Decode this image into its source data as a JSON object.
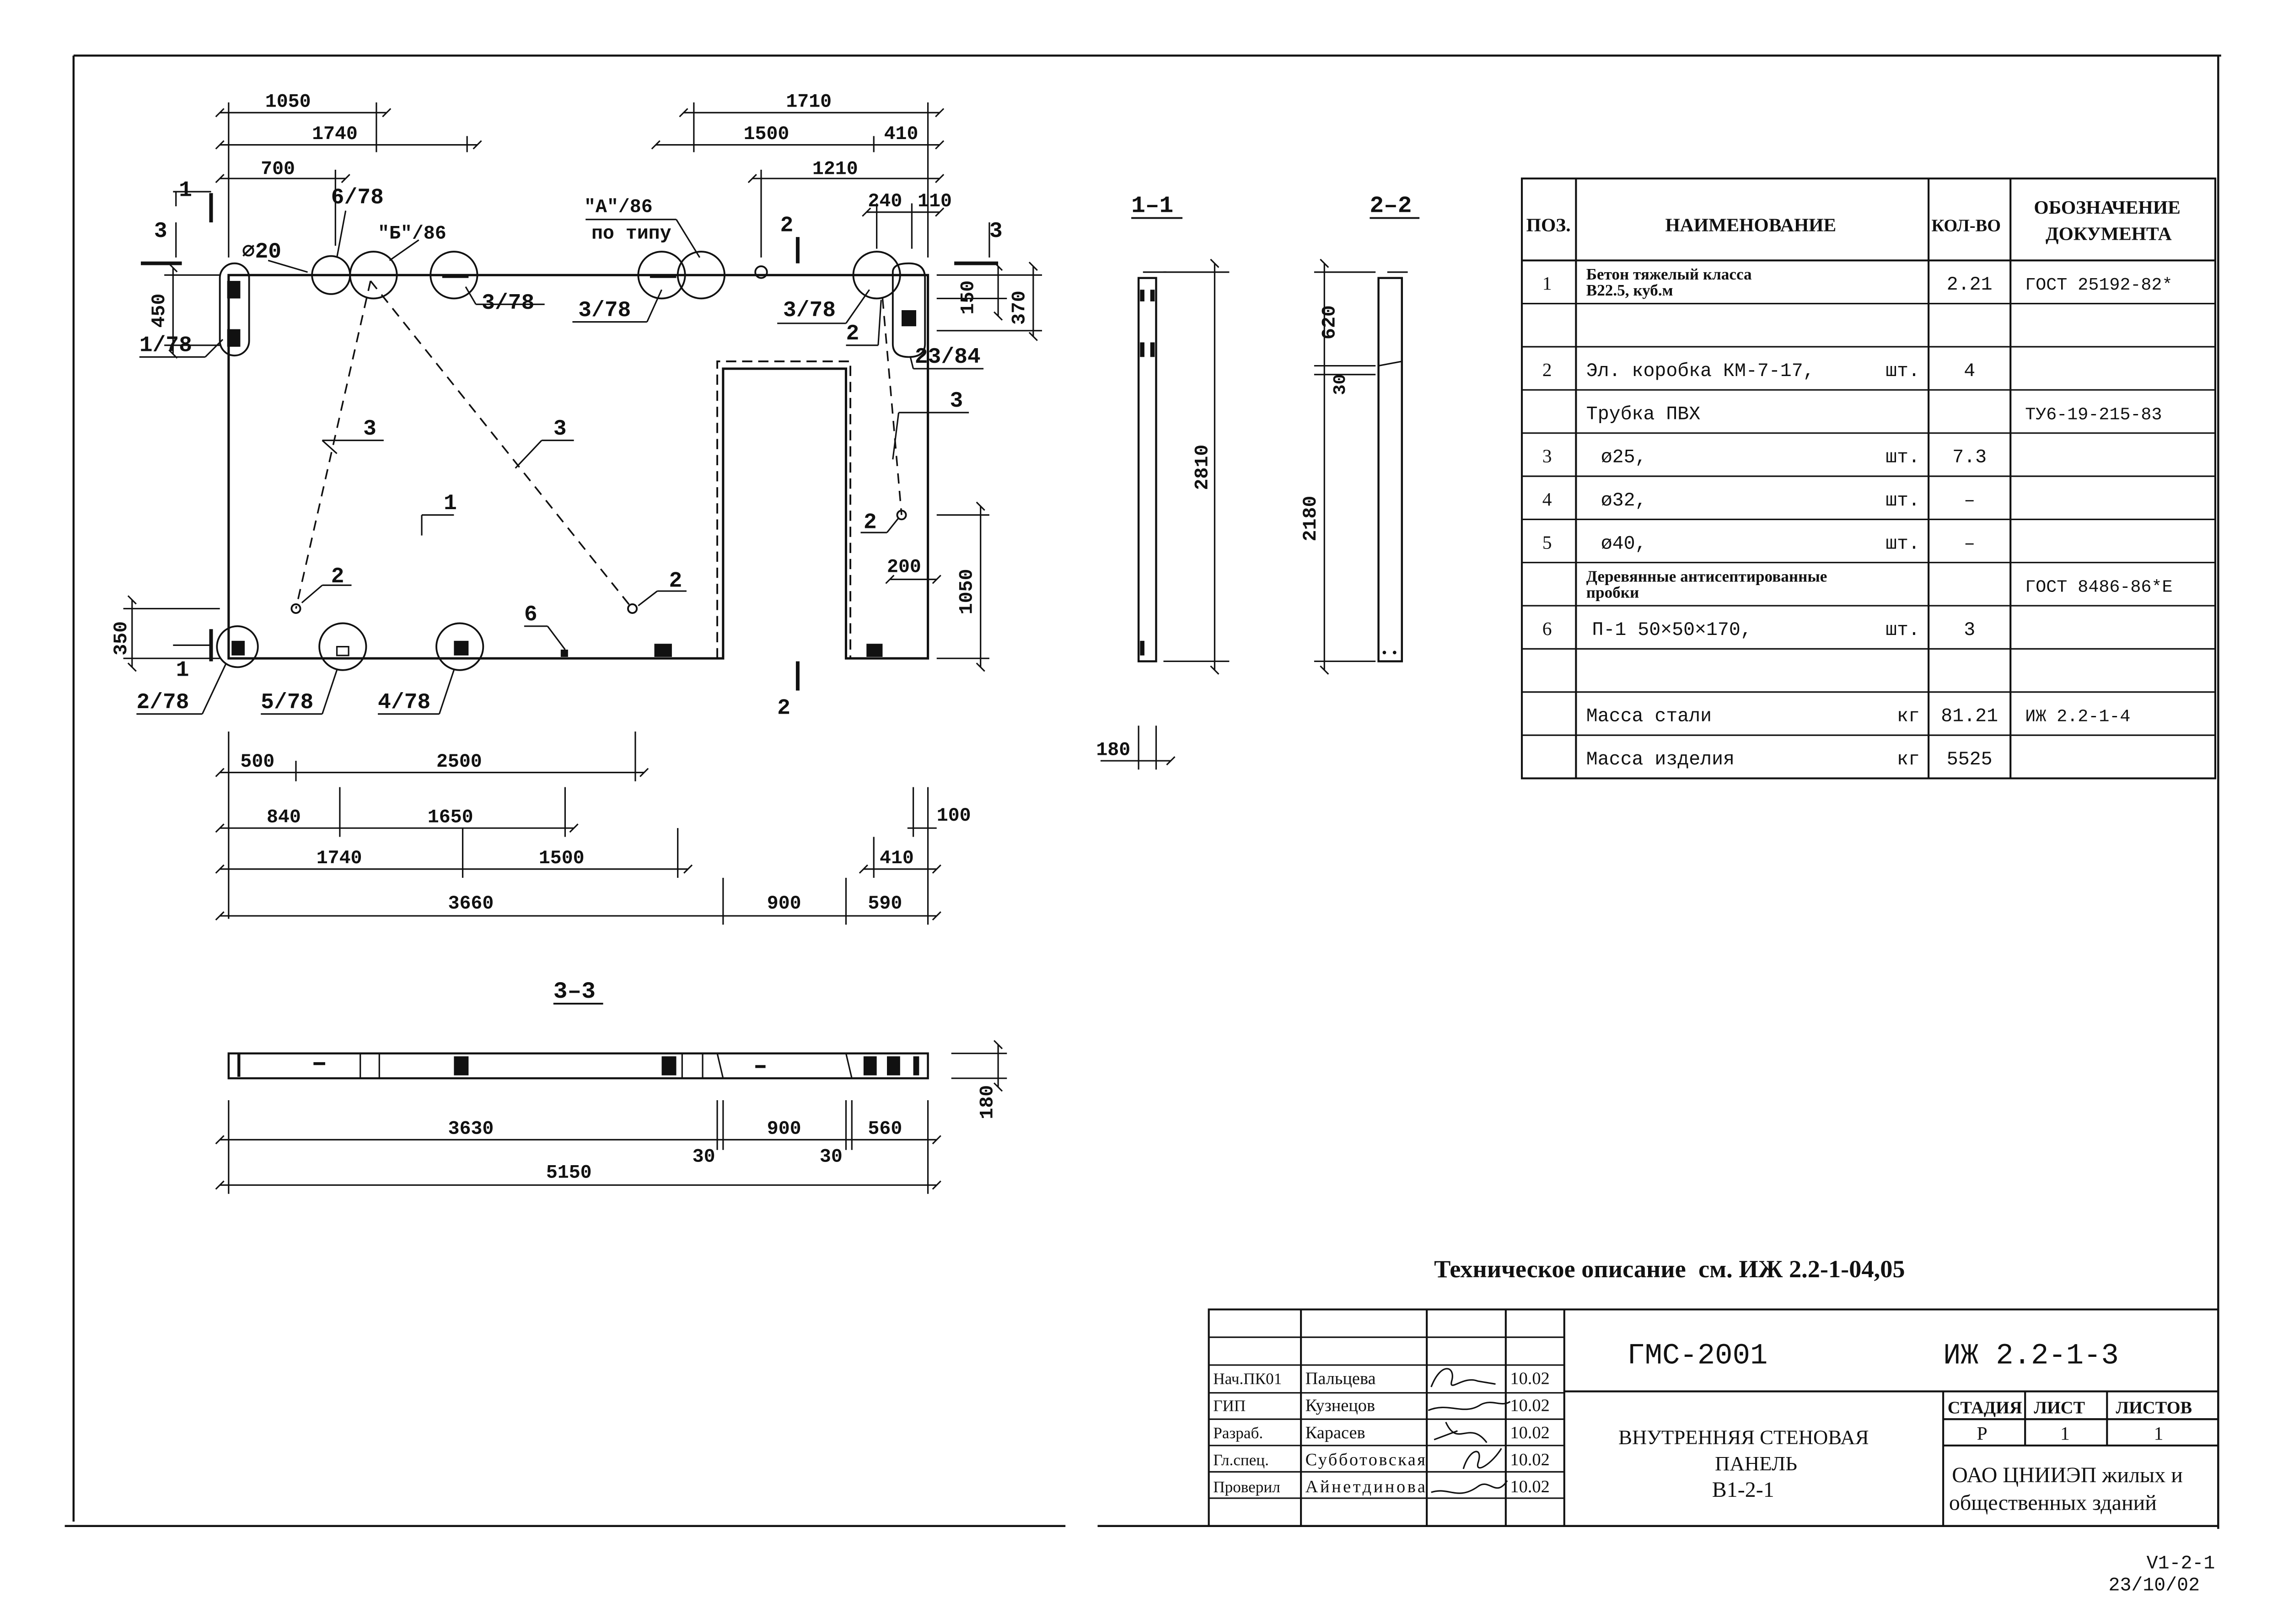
{
  "drawing": {
    "elevation": {
      "top_dims": {
        "d1050": "1050",
        "d1740": "1740",
        "d700": "700",
        "d1710": "1710",
        "d1500": "1500",
        "d410": "410",
        "d1210": "1210",
        "d240": "240",
        "d110": "110"
      },
      "side_dims": {
        "d450": "450",
        "d350": "350",
        "d150": "150",
        "d370": "370",
        "d1050": "1050",
        "d200": "200"
      },
      "bottom_dims": {
        "r1": [
          "500",
          "2500"
        ],
        "r2": [
          "840",
          "1650"
        ],
        "r3": [
          "1740",
          "1500"
        ],
        "r4": [
          "3660",
          "900",
          "590"
        ],
        "right_100": "100",
        "right_410": "410"
      },
      "callouts": {
        "phi20": "⌀20",
        "c_6_78": "6/78",
        "c_b_86": "\"Б\"/86",
        "c_a_86": "\"А\"/86",
        "c_a_note": "по типу",
        "c_3_78_a": "3/78",
        "c_3_78_b": "3/78",
        "c_3_78_c": "3/78",
        "c_1_78": "1/78",
        "c_2_78": "2/78",
        "c_5_78": "5/78",
        "c_4_78": "4/78",
        "c_23_84": "23/84",
        "n1": "1",
        "n2a": "2",
        "n2b": "2",
        "n2c": "2",
        "n2d": "2",
        "n3a": "3",
        "n3b": "3",
        "n3c": "3",
        "n6": "6"
      },
      "section_marks": {
        "s1": "1",
        "s2": "2",
        "s3": "3"
      }
    },
    "section_1_1": {
      "title": "1–1",
      "height": "2810",
      "thickness": "180"
    },
    "section_2_2": {
      "title": "2–2",
      "d620": "620",
      "d30": "30",
      "d2180": "2180"
    },
    "section_3_3": {
      "title": "3–3",
      "d180": "180",
      "d3630": "3630",
      "d900": "900",
      "d560": "560",
      "d30a": "30",
      "d30b": "30",
      "d5150": "5150"
    }
  },
  "spec_table": {
    "headers": [
      "ПОЗ.",
      "НАИМЕНОВАНИЕ",
      "КОЛ-ВО",
      "ОБОЗНАЧЕНИЕ\nДОКУМЕНТА"
    ],
    "rows": [
      {
        "pos": "1",
        "name": "Бетон тяжелый класса В22.5, куб.м",
        "unit": "",
        "qty": "2.21",
        "doc": "ГОСТ 25192-82*"
      },
      {
        "pos": "",
        "name": "",
        "unit": "",
        "qty": "",
        "doc": ""
      },
      {
        "pos": "2",
        "name": "Эл. коробка КМ-7-17,",
        "unit": "шт.",
        "qty": "4",
        "doc": ""
      },
      {
        "pos": "",
        "name": "Трубка ПВХ",
        "unit": "",
        "qty": "",
        "doc": "ТУ6-19-215-83"
      },
      {
        "pos": "3",
        "name": "ø25,",
        "unit": "шт.",
        "qty": "7.3",
        "doc": ""
      },
      {
        "pos": "4",
        "name": "ø32,",
        "unit": "шт.",
        "qty": "–",
        "doc": ""
      },
      {
        "pos": "5",
        "name": "ø40,",
        "unit": "шт.",
        "qty": "–",
        "doc": ""
      },
      {
        "pos": "",
        "name": "Деревянные антисептированные пробки",
        "unit": "",
        "qty": "",
        "doc": "ГОСТ 8486-86*Е"
      },
      {
        "pos": "6",
        "name": "П-1   50×50×170,",
        "unit": "шт.",
        "qty": "3",
        "doc": ""
      },
      {
        "pos": "",
        "name": "",
        "unit": "",
        "qty": "",
        "doc": ""
      },
      {
        "pos": "",
        "name": "Масса стали",
        "unit": "кг",
        "qty": "81.21",
        "doc": "ИЖ 2.2-1-4"
      },
      {
        "pos": "",
        "name": "Масса изделия",
        "unit": "кг",
        "qty": "5525",
        "doc": ""
      }
    ]
  },
  "tech_note": "Техническое описание  см. ИЖ 2.2-1-04,05",
  "title_block": {
    "project": "ГМС-2001",
    "code": "ИЖ 2.2-1-3",
    "title_l1": "ВНУТРЕННЯЯ СТЕНОВАЯ",
    "title_l2": "ПАНЕЛЬ",
    "title_l3": "В1-2-1",
    "stage_hdr": "СТАДИЯ",
    "sheet_hdr": "ЛИСТ",
    "sheets_hdr": "ЛИСТОВ",
    "stage": "Р",
    "sheet": "1",
    "sheets": "1",
    "org_l1": "ОАО ЦНИИЭП жилых и",
    "org_l2": "общественных зданий",
    "signers": [
      {
        "role": "Нач.ПК01",
        "name": "Пальцева",
        "date": "10.02"
      },
      {
        "role": "ГИП",
        "name": "Кузнецов",
        "date": "10.02"
      },
      {
        "role": "Разраб.",
        "name": "Карасев",
        "date": "10.02"
      },
      {
        "role": "Гл.спец.",
        "name": "Субботовская",
        "date": "10.02"
      },
      {
        "role": "Проверил",
        "name": "Айнетдинова",
        "date": "10.02"
      }
    ]
  },
  "footer": {
    "l1": "V1-2-1",
    "l2": "23/10/02"
  }
}
